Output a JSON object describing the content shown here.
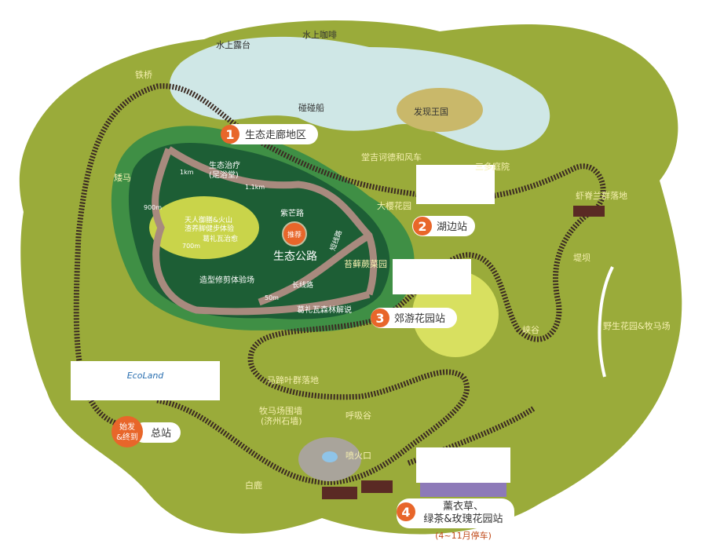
{
  "colors": {
    "land": "#9aab3a",
    "forest": "#1d5e35",
    "forest_edge": "#3f8f45",
    "lake": "#cfe7e6",
    "track": "#3b2a22",
    "path": "#a88a7e",
    "station": "#e8662a",
    "label": "#f6f0b0"
  },
  "stations": [
    {
      "number": "1",
      "name": "生态走廊地区"
    },
    {
      "number": "2",
      "name": "湖边站"
    },
    {
      "number": "3",
      "name": "郊游花园站"
    },
    {
      "number": "4",
      "name_line1": "薰衣草、",
      "name_line2": "绿茶&玫瑰花园站",
      "note": "(4~11月停车)"
    }
  ],
  "main_station": {
    "badge_line1": "始发",
    "badge_line2": "&终到",
    "name": "总站",
    "sign": "EcoLand"
  },
  "landmarks": {
    "iron_bridge": "铁桥",
    "pony": "矮马",
    "water_terrace": "水上露台",
    "water_cafe": "水上咖啡",
    "bumper_boat": "碰碰船",
    "discovery_kingdom": "发现王国",
    "windmill": "堂吉诃德和风车",
    "samda_garden": "三多庭院",
    "cherry_garden": "大樱花园",
    "orchid": "虾脊兰群落地",
    "dam": "堤坝",
    "wild_garden": "野生花园&牧马场",
    "canyon": "峡谷",
    "moss_garden": "苔藓蕨菜园",
    "horse_leaf": "马蹄叶群落地",
    "breath_valley": "呼吸谷",
    "stone_wall_1": "牧马场围墙",
    "stone_wall_2": "(济州石墙)",
    "crater": "喷火口",
    "white_deer": "白鹿"
  },
  "eco_road": {
    "title": "生态公路",
    "badge": "推荐",
    "silver_grass": "紫芒路",
    "short_route": "短线路",
    "long_route": "长线路",
    "foot_spa_1": "生态治疗",
    "foot_spa_2": "(足浴堂)",
    "volcano_1": "天人御膳&火山",
    "volcano_2": "渣养脚健步体验",
    "healing": "葛礼瓦治愈",
    "topiary": "造型修剪体验场",
    "forest_guide": "葛礼瓦森林解说",
    "distances": [
      "1km",
      "1.1km",
      "900m",
      "700m",
      "50m"
    ]
  }
}
